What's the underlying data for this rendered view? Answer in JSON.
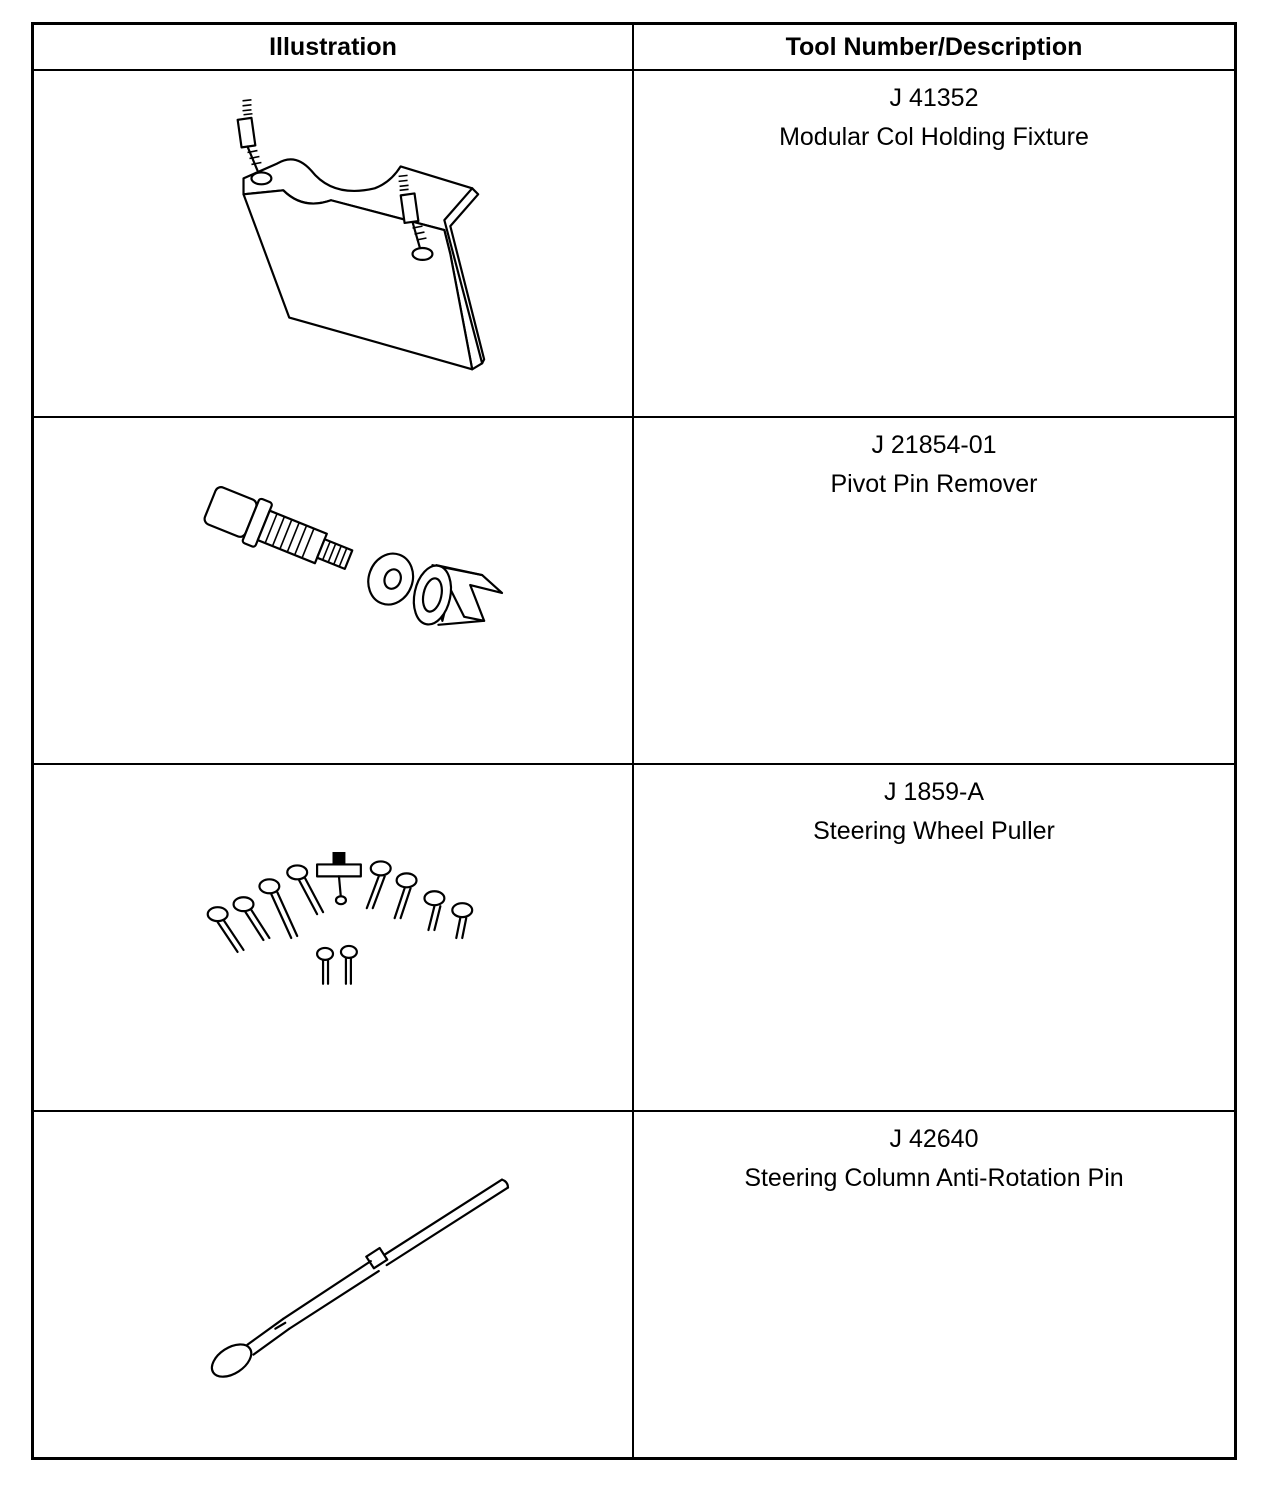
{
  "table": {
    "headers": {
      "illustration": "Illustration",
      "tool": "Tool Number/Description"
    },
    "rows": [
      {
        "tool_number": "J 41352",
        "description": "Modular Col Holding Fixture",
        "icon": "holding-fixture-illustration"
      },
      {
        "tool_number": "J 21854-01",
        "description": "Pivot Pin Remover",
        "icon": "pivot-pin-remover-illustration"
      },
      {
        "tool_number": "J 1859-A",
        "description": "Steering Wheel Puller",
        "icon": "steering-wheel-puller-illustration"
      },
      {
        "tool_number": "J 42640",
        "description": "Steering Column Anti-Rotation Pin",
        "icon": "anti-rotation-pin-illustration"
      }
    ]
  }
}
